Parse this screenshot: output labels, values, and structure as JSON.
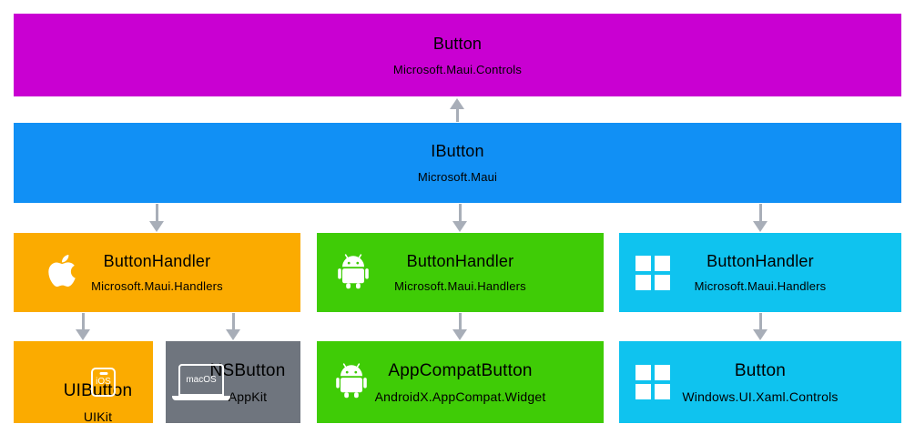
{
  "diagram_name": "MAUI Button handler architecture",
  "colors": {
    "virtual_view_magenta": "#C900D2",
    "interface_blue": "#1190F5",
    "apple_orange": "#FBAB00",
    "android_green": "#3FCC06",
    "windows_cyan": "#0FC3EF",
    "macos_gray": "#6F757E",
    "arrow_gray": "#A8AEB8",
    "text": "#000000",
    "icon_white": "#FFFFFF"
  },
  "virtual_view": {
    "title": "Button",
    "subtitle": "Microsoft.Maui.Controls"
  },
  "interface": {
    "title": "IButton",
    "subtitle": "Microsoft.Maui"
  },
  "handlers": [
    {
      "platform": "apple",
      "title": "ButtonHandler",
      "subtitle": "Microsoft.Maui.Handlers"
    },
    {
      "platform": "android",
      "title": "ButtonHandler",
      "subtitle": "Microsoft.Maui.Handlers"
    },
    {
      "platform": "windows",
      "title": "ButtonHandler",
      "subtitle": "Microsoft.Maui.Handlers"
    }
  ],
  "natives": [
    {
      "platform": "ios",
      "title": "UIButton",
      "subtitle": "UIKit",
      "badge": "iOS"
    },
    {
      "platform": "macos",
      "title": "NSButton",
      "subtitle": "AppKit",
      "badge": "macOS"
    },
    {
      "platform": "android",
      "title": "AppCompatButton",
      "subtitle": "AndroidX.AppCompat.Widget"
    },
    {
      "platform": "windows",
      "title": "Button",
      "subtitle": "Windows.UI.Xaml.Controls"
    }
  ]
}
